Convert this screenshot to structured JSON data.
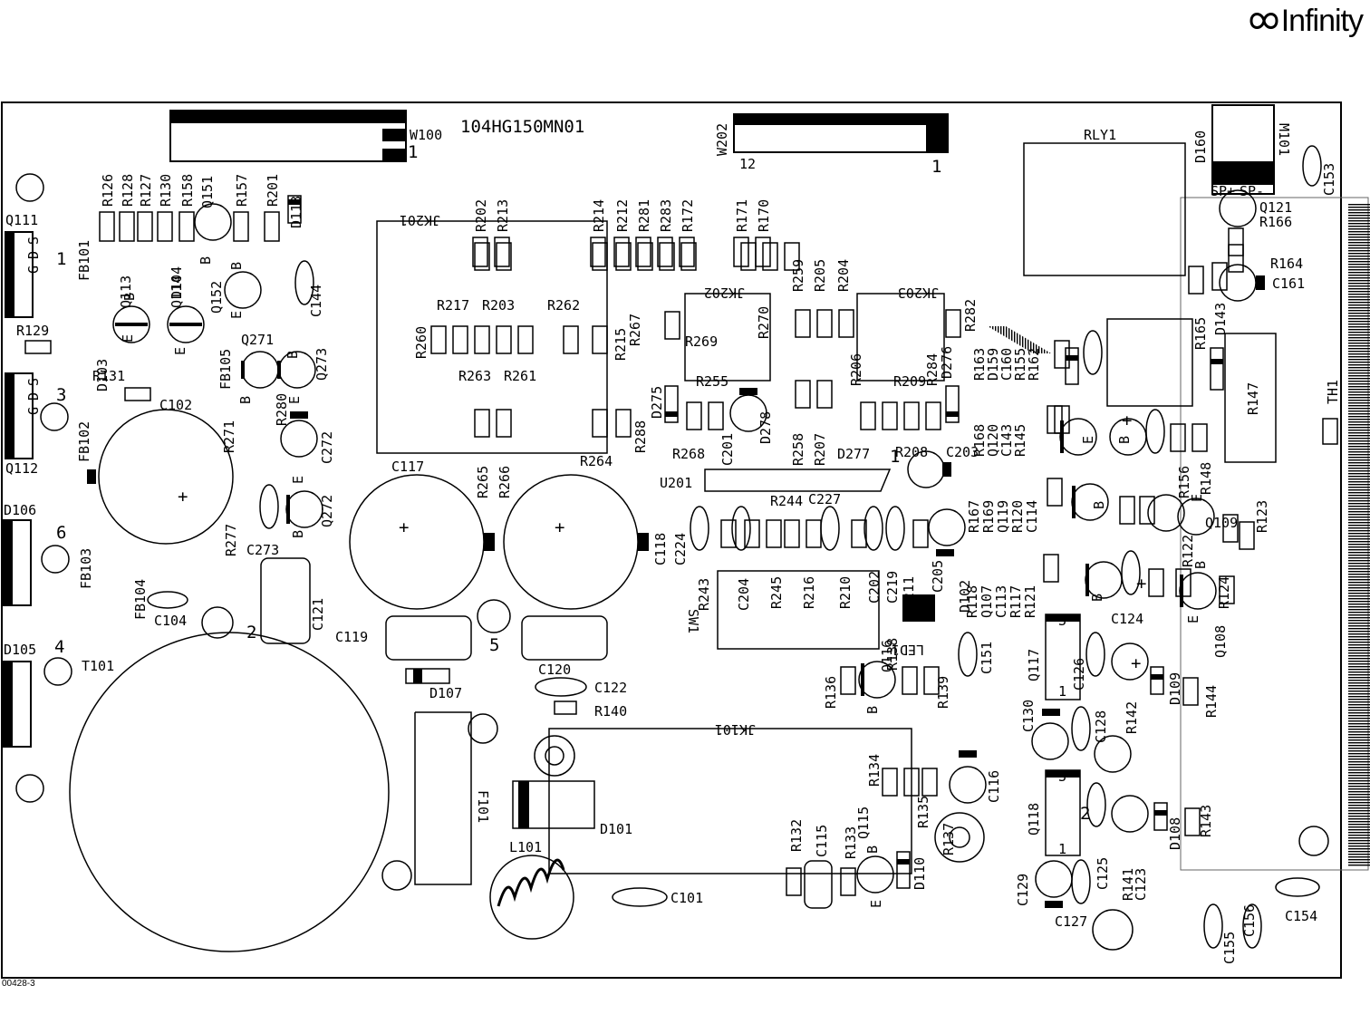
{
  "brand": {
    "name": "Infinity"
  },
  "document": {
    "id": "00428-3"
  },
  "board": {
    "part_number": "104HG150MN01"
  },
  "connectors": [
    {
      "ref": "W100",
      "pin_left": "",
      "pin_right": "1"
    },
    {
      "ref": "W202",
      "pin_left": "12",
      "pin_right": "1"
    }
  ],
  "modules": {
    "jk201": "JK201",
    "jk202": "JK202",
    "jk203": "JK203",
    "jk101": "JK101",
    "u201": "U201",
    "sw1": "SW1",
    "rly1": "RLY1",
    "m101": "M101",
    "t101": "T101",
    "l101": "L101",
    "led1": "LED1",
    "th1": "TH1"
  },
  "resistors_top": [
    "R126",
    "R128",
    "R127",
    "R130",
    "R158",
    "R157",
    "R201",
    "R202",
    "R213",
    "R214",
    "R212",
    "R281",
    "R283",
    "R172",
    "R171",
    "R170"
  ],
  "resistors_mid": [
    "R217",
    "R203",
    "R262",
    "R263",
    "R261",
    "R260",
    "R215",
    "R267",
    "R269",
    "R270",
    "R259",
    "R205",
    "R204",
    "R282",
    "R255",
    "R206",
    "R209",
    "R284",
    "R265",
    "R266",
    "R264",
    "R288",
    "R268",
    "R258",
    "R207",
    "R208"
  ],
  "resistors_lower": [
    "R244",
    "R243",
    "R245",
    "R216",
    "R210",
    "R211",
    "R129",
    "R131",
    "R271",
    "R280",
    "R277",
    "R140",
    "R136",
    "R138",
    "R139",
    "R134",
    "R135",
    "R137",
    "R132",
    "R133",
    "R141",
    "R142",
    "R143",
    "R144",
    "R147",
    "R148",
    "R156",
    "R123",
    "R122",
    "R124",
    "R166",
    "R164",
    "R165"
  ],
  "star_group_1": [
    "R163",
    "D159",
    "C160",
    "R155",
    "R162",
    "R168",
    "Q120",
    "C143",
    "R145"
  ],
  "star_group_2": [
    "R167",
    "R169",
    "Q119",
    "R120",
    "C114"
  ],
  "star_group_3": [
    "R118",
    "Q107",
    "C113",
    "R117",
    "R121"
  ],
  "capacitors": [
    "C102",
    "C117",
    "C104",
    "C121",
    "C119",
    "C120",
    "C122",
    "C101",
    "C115",
    "C116",
    "C118",
    "C224",
    "C204",
    "C202",
    "C219",
    "C205",
    "C227",
    "C203",
    "C201",
    "C272",
    "C273",
    "C144",
    "C151",
    "C130",
    "C128",
    "C129",
    "C125",
    "C127",
    "C123",
    "C126",
    "C124",
    "C153",
    "C154",
    "C155",
    "C156",
    "C161"
  ],
  "semis": [
    "Q111",
    "Q112",
    "Q113",
    "Q114",
    "Q151",
    "Q152",
    "Q271",
    "Q273",
    "Q272",
    "Q115",
    "Q116",
    "Q117",
    "Q118",
    "Q108",
    "Q109",
    "Q121",
    "D113",
    "D104",
    "D103",
    "D106",
    "D105",
    "D107",
    "D101",
    "D110",
    "D102",
    "D108",
    "D109",
    "D143",
    "D160",
    "D275",
    "D276",
    "D277",
    "D278",
    "FB101",
    "FB102",
    "FB103",
    "FB104",
    "FB105",
    "F101"
  ],
  "pin_marks": {
    "p1": "1",
    "p2": "2",
    "p3": "3",
    "p4": "4",
    "p5": "5",
    "p6": "6"
  },
  "polarity": {
    "g": "G",
    "d": "D",
    "s": "S",
    "e": "E",
    "b": "B",
    "plus": "+",
    "sp_plus": "SP+",
    "sp_minus": "SP-"
  }
}
